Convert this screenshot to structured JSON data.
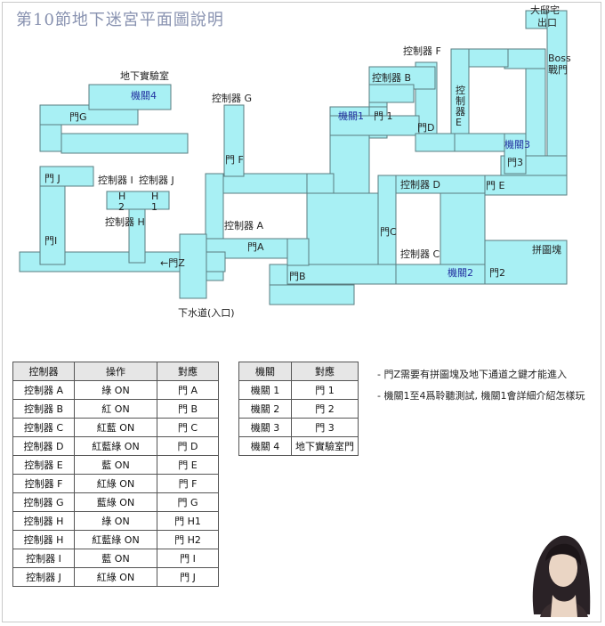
{
  "title": "第10節地下迷宮平面圖說明",
  "colors": {
    "corridor": "#a8f0f4",
    "corridor_stroke": "#5a7d80",
    "label": "#222222",
    "blue_label": "#2230a0"
  },
  "map_labels": {
    "boss_house": "大邸宅",
    "boss_exit": "出口",
    "boss_door": "Boss",
    "boss_door2": "戰門",
    "lab": "地下實驗室",
    "ctrl_f": "控制器 F",
    "ctrl_b": "控制器 B",
    "ctrl_g": "控制器 G",
    "ctrl_e": "控制器E",
    "ctrl_i": "控制器 I",
    "ctrl_j": "控制器 J",
    "ctrl_h": "控制器 H",
    "ctrl_a": "控制器 A",
    "ctrl_d": "控制器 D",
    "ctrl_c": "控制器 C",
    "mech1": "機關1",
    "mech2": "機關2",
    "mech3": "機關3",
    "mech4": "機關4",
    "door_1": "門 1",
    "door_2": "門2",
    "door_3": "門3",
    "door_a": "門A",
    "door_b": "門B",
    "door_c": "門C",
    "door_d": "門D",
    "door_e": "門 E",
    "door_f": "門 F",
    "door_g": "門G",
    "door_i": "門I",
    "door_j": "門 J",
    "door_z": "←門Z",
    "h2": "H 2",
    "h1": "H 1",
    "puzzle": "拼圖塊",
    "entrance": "下水道(入口)"
  },
  "table1": {
    "headers": [
      "控制器",
      "操作",
      "對應"
    ],
    "rows": [
      [
        "控制器 A",
        "綠 ON",
        "門 A"
      ],
      [
        "控制器 B",
        "紅 ON",
        "門 B"
      ],
      [
        "控制器 C",
        "紅藍 ON",
        "門 C"
      ],
      [
        "控制器 D",
        "紅藍綠 ON",
        "門 D"
      ],
      [
        "控制器 E",
        "藍 ON",
        "門 E"
      ],
      [
        "控制器 F",
        "紅綠 ON",
        "門 F"
      ],
      [
        "控制器 G",
        "藍綠 ON",
        "門 G"
      ],
      [
        "控制器 H",
        "綠 ON",
        "門 H1"
      ],
      [
        "控制器 H",
        "紅藍綠 ON",
        "門 H2"
      ],
      [
        "控制器 I",
        "藍 ON",
        "門 I"
      ],
      [
        "控制器 J",
        "紅綠 ON",
        "門 J"
      ]
    ]
  },
  "table2": {
    "headers": [
      "機關",
      "對應"
    ],
    "rows": [
      [
        "機關 1",
        "門 1"
      ],
      [
        "機關 2",
        "門 2"
      ],
      [
        "機關 3",
        "門 3"
      ],
      [
        "機關 4",
        "地下實驗室門"
      ]
    ]
  },
  "notes": [
    "- 門Z需要有拼圖塊及地下通道之鍵才能進入",
    "- 機關1至4爲聆聽測試, 機關1會詳細介紹怎樣玩"
  ]
}
